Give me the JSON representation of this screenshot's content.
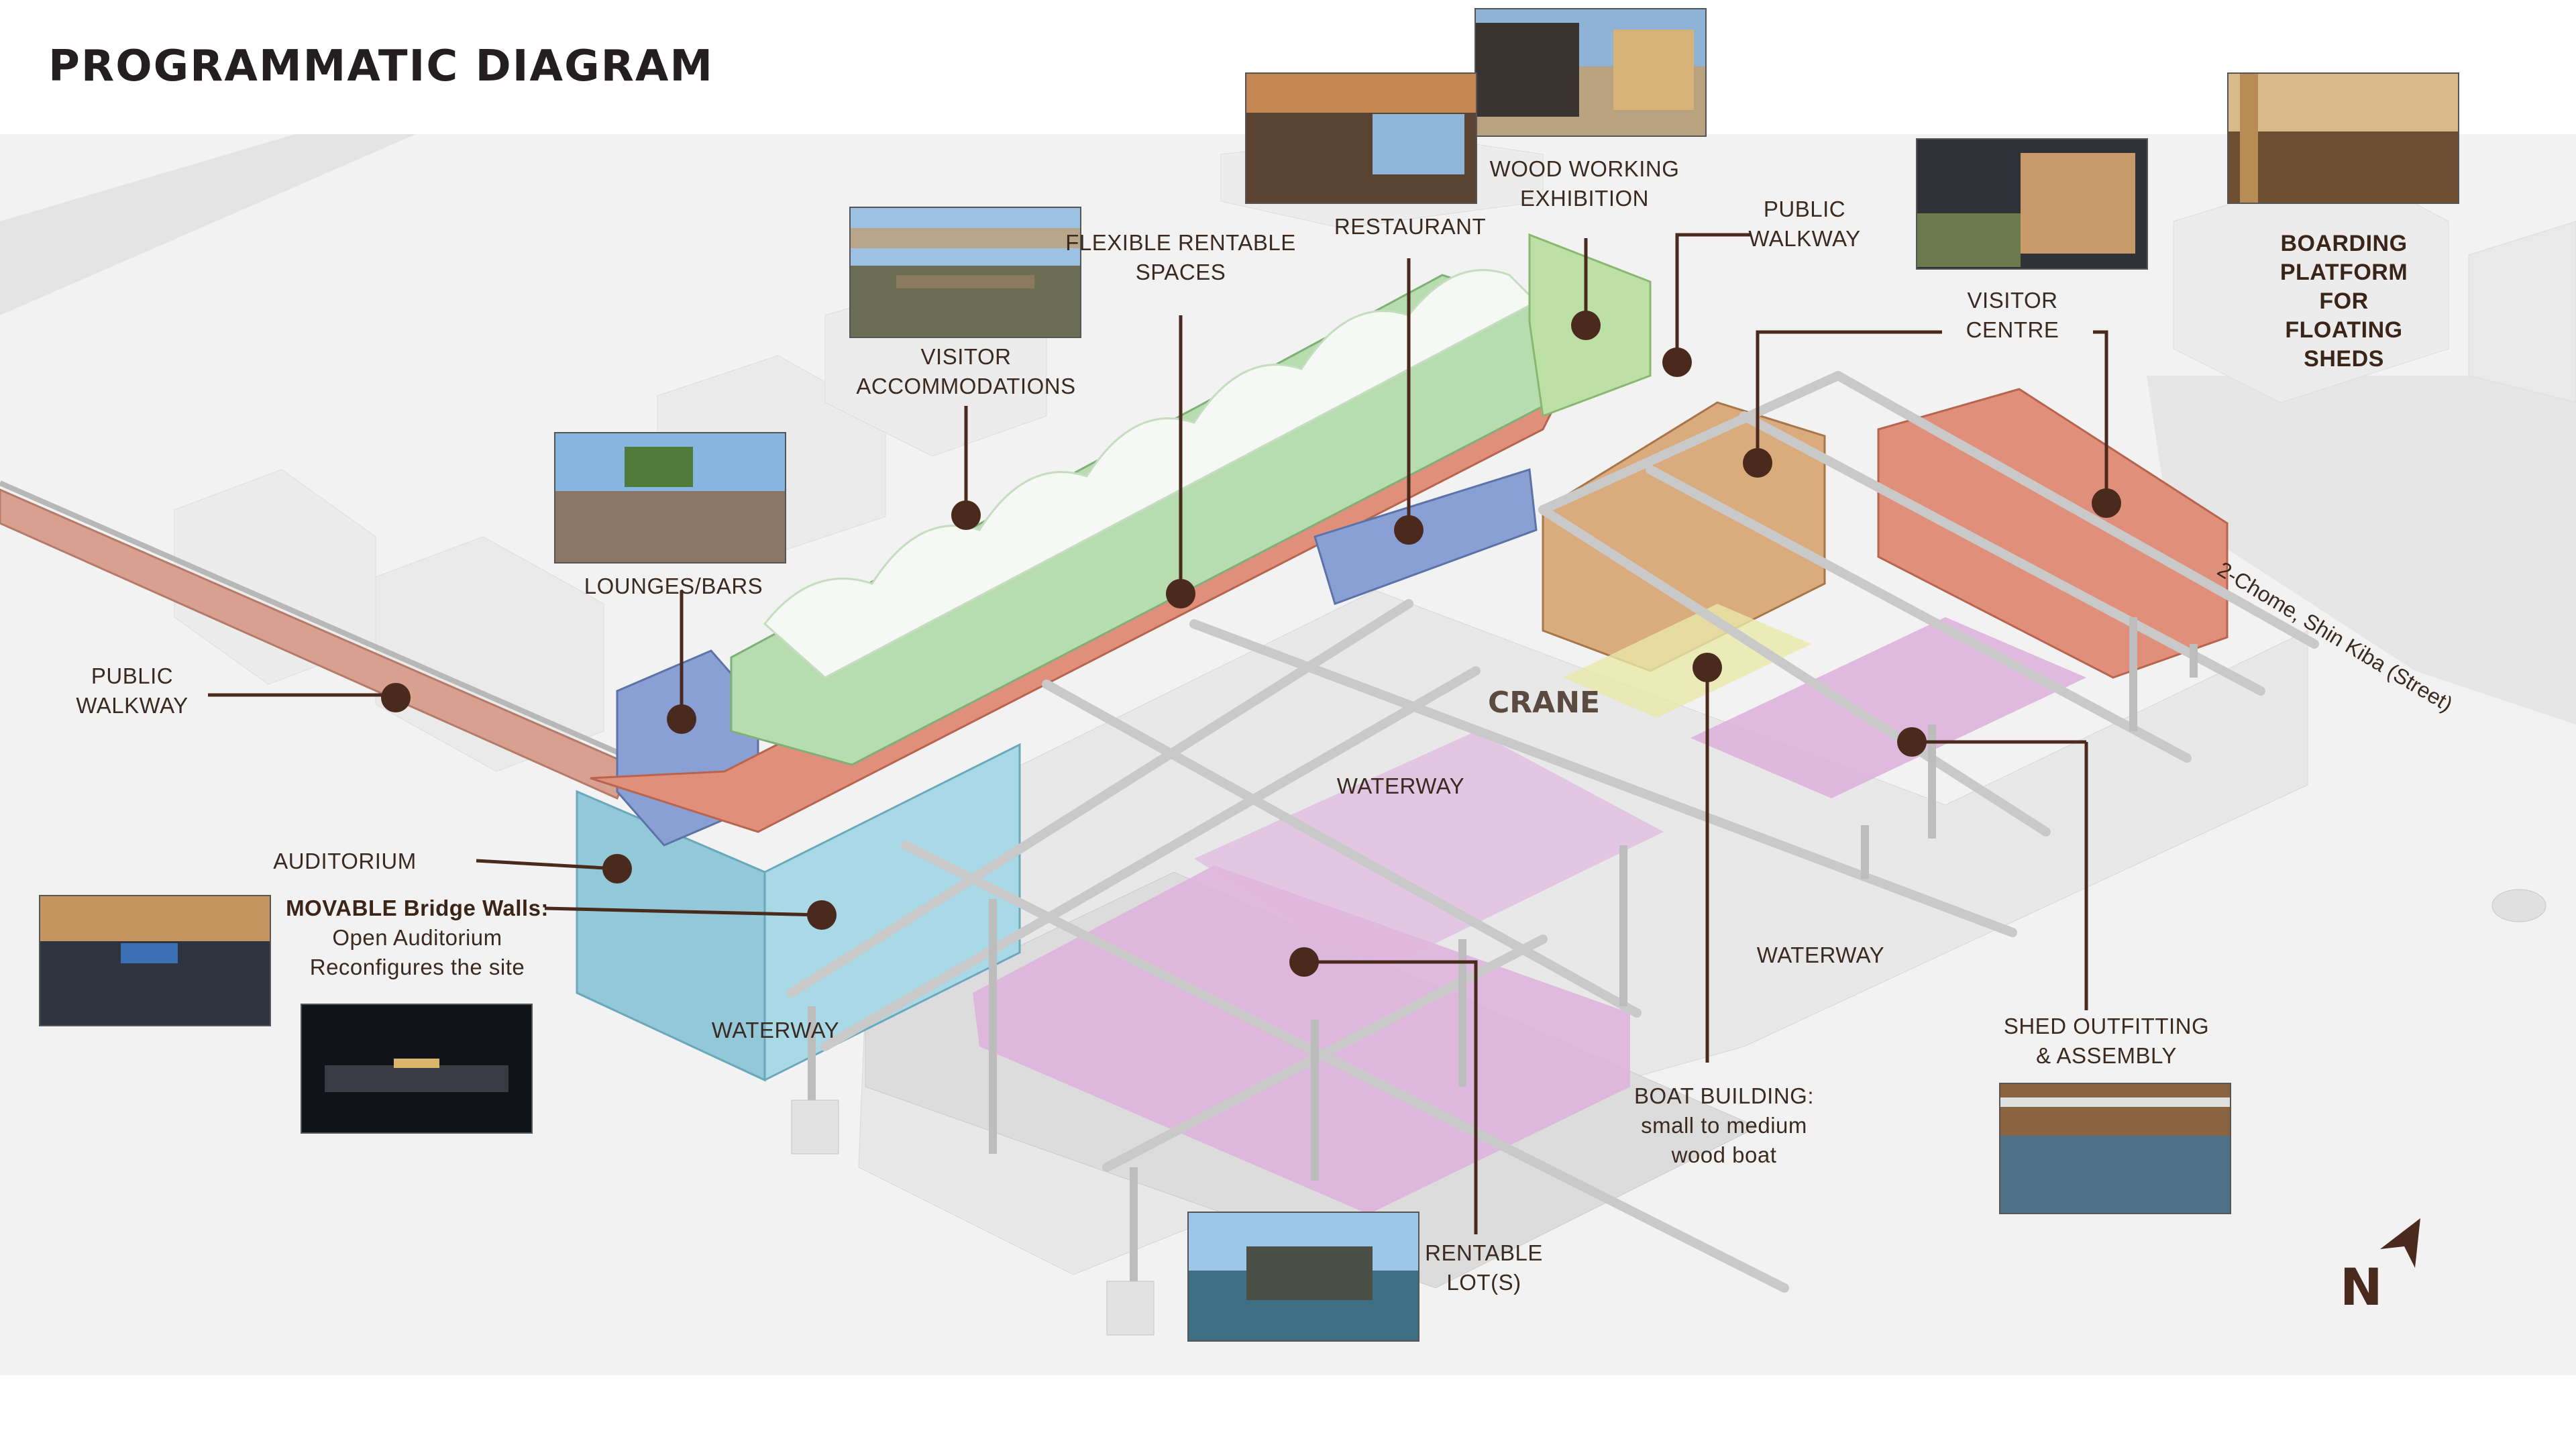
{
  "title": "PROGRAMMATIC DIAGRAM",
  "colors": {
    "leader": "#4a2a1c",
    "accent_brown": "#5a2d1a",
    "zone_blue": "#7f93c9",
    "zone_green": "#a9d6a0",
    "zone_salmon": "#e0907a",
    "zone_tan": "#d9ab7d",
    "zone_purple": "#d7a6d6",
    "zone_yellow": "#e7e7a0",
    "zone_cyan": "#9fd0df"
  },
  "labels": {
    "public_walkway_left": [
      "PUBLIC",
      "WALKWAY"
    ],
    "lounges_bars": "LOUNGES/BARS",
    "visitor_accommodations": [
      "VISITOR",
      "ACCOMMODATIONS"
    ],
    "flexible_rentable_spaces": [
      "FLEXIBLE RENTABLE",
      "SPACES"
    ],
    "restaurant": "RESTAURANT",
    "wood_working_exhibition": [
      "WOOD WORKING",
      "EXHIBITION"
    ],
    "public_walkway_right": [
      "PUBLIC",
      "WALKWAY"
    ],
    "visitor_centre": [
      "VISITOR",
      "CENTRE"
    ],
    "boarding_platform": [
      "BOARDING",
      "PLATFORM",
      "FOR",
      "FLOATING",
      "SHEDS"
    ],
    "street": "2-Chome, Shin Kiba  (Street)",
    "auditorium": "AUDITORIUM",
    "movable_bridge_walls": "MOVABLE Bridge Walls:",
    "movable_sub": [
      "Open Auditorium",
      "Reconfigures the site"
    ],
    "crane": "CRANE",
    "waterway_center": "WATERWAY",
    "waterway_right": "WATERWAY",
    "waterway_left": "WATERWAY",
    "shed_outfitting": [
      "SHED OUTFITTING",
      "& ASSEMBLY"
    ],
    "boat_building": [
      "BOAT BUILDING:",
      "small to medium",
      "wood boat"
    ],
    "rentable_lots": [
      "RENTABLE",
      "LOT(S)"
    ],
    "north": "N"
  }
}
